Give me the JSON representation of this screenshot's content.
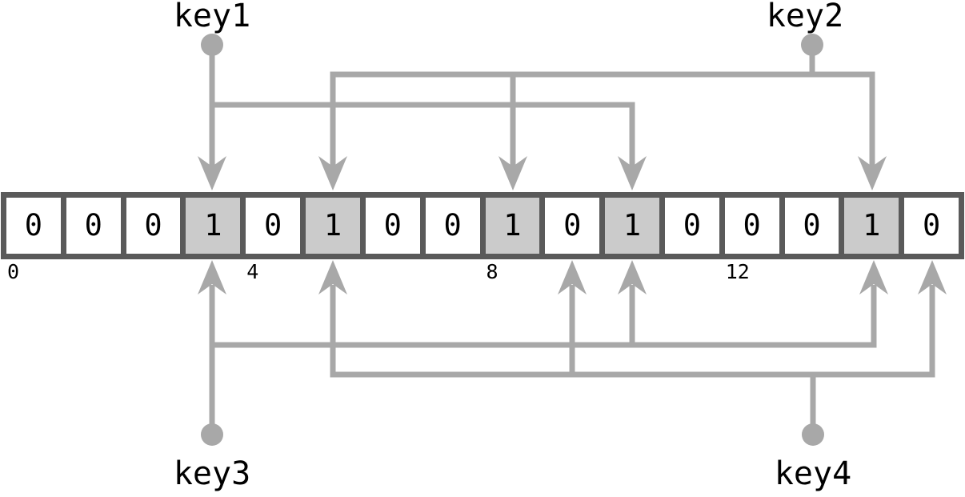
{
  "diagram": {
    "type": "bloom-filter",
    "colors": {
      "line_gray": "#a8a8a8",
      "border_gray": "#5a5a5a",
      "highlight_fill": "#cbcbcb",
      "cell_fill": "#ffffff",
      "text": "#000000",
      "background": "#ffffff"
    },
    "bit_array": {
      "size": 16,
      "bits": [
        "0",
        "0",
        "0",
        "1",
        "0",
        "1",
        "0",
        "0",
        "1",
        "0",
        "1",
        "0",
        "0",
        "0",
        "1",
        "0"
      ],
      "highlighted_indices": [
        3,
        5,
        8,
        10,
        14
      ],
      "index_labels": [
        {
          "text": "0",
          "cell": 0
        },
        {
          "text": "4",
          "cell": 4
        },
        {
          "text": "8",
          "cell": 8
        },
        {
          "text": "12",
          "cell": 12
        }
      ]
    },
    "keys": [
      {
        "label": "key1",
        "side": "top",
        "arrow_direction": "down",
        "hash_cells": [
          3,
          10
        ]
      },
      {
        "label": "key2",
        "side": "top",
        "arrow_direction": "down",
        "hash_cells": [
          5,
          8,
          14
        ]
      },
      {
        "label": "key3",
        "side": "bottom",
        "arrow_direction": "up",
        "hash_cells": [
          3,
          10,
          14
        ]
      },
      {
        "label": "key4",
        "side": "bottom",
        "arrow_direction": "up",
        "hash_cells": [
          5,
          9,
          15
        ]
      }
    ]
  }
}
